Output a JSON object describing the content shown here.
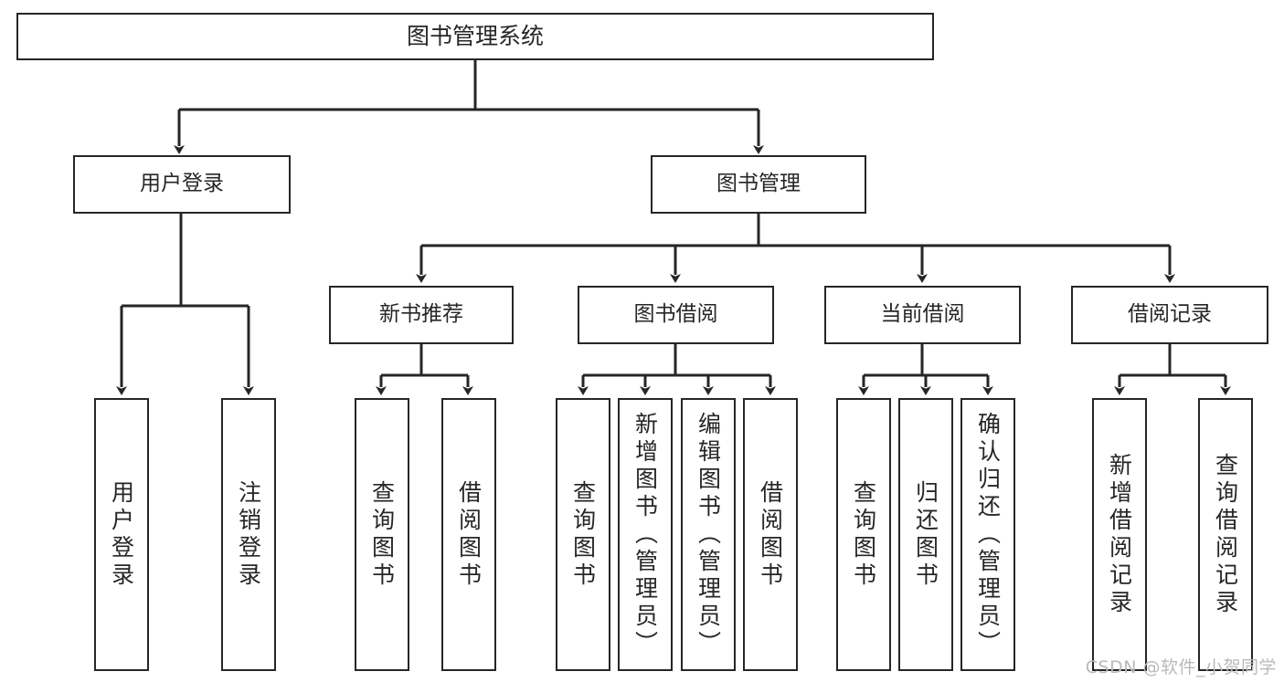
{
  "diagram": {
    "type": "tree",
    "title": "图书管理系统",
    "root": {
      "label": "图书管理系统"
    },
    "level2": [
      {
        "label": "用户登录"
      },
      {
        "label": "图书管理"
      }
    ],
    "level3": [
      {
        "label": "新书推荐"
      },
      {
        "label": "图书借阅"
      },
      {
        "label": "当前借阅"
      },
      {
        "label": "借阅记录"
      }
    ],
    "leaves": {
      "user_login": [
        {
          "label": "用户登录"
        },
        {
          "label": "注销登录"
        }
      ],
      "new_book_recommend": [
        {
          "label": "查询图书"
        },
        {
          "label": "借阅图书"
        }
      ],
      "book_borrow": [
        {
          "label": "查询图书"
        },
        {
          "label": "新增图书（管理员）"
        },
        {
          "label": "编辑图书（管理员）"
        },
        {
          "label": "借阅图书"
        }
      ],
      "current_borrow": [
        {
          "label": "查询图书"
        },
        {
          "label": "归还图书"
        },
        {
          "label": "确认归还（管理员）"
        }
      ],
      "borrow_record": [
        {
          "label": "新增借阅记录"
        },
        {
          "label": "查询借阅记录"
        }
      ]
    }
  },
  "watermark": {
    "text": "CSDN @软件_小贺同学"
  },
  "colors": {
    "stroke": "#262626",
    "background": "#ffffff",
    "text": "#262626",
    "watermark": "#b9b9b9"
  }
}
